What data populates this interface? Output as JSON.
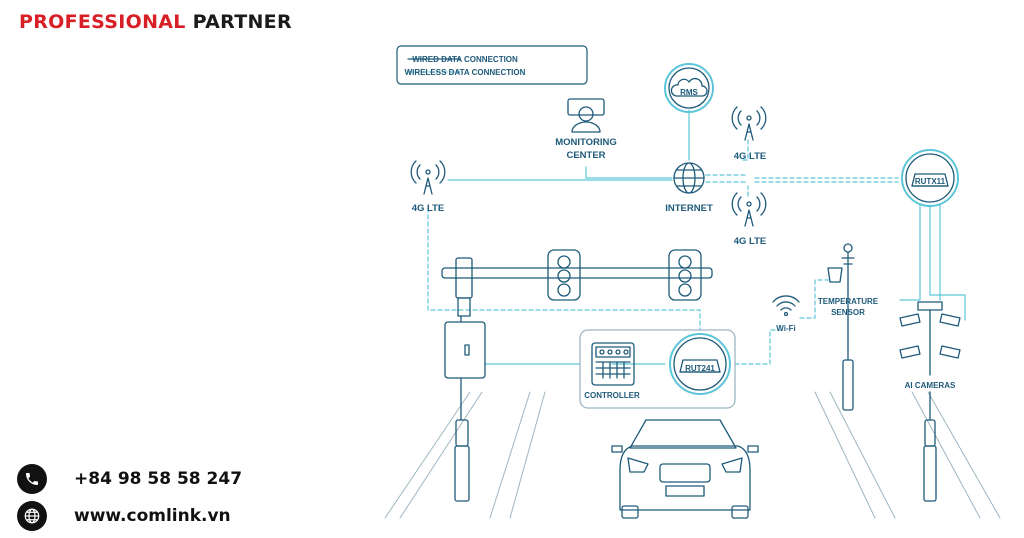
{
  "brand": {
    "highlight": "PROFESSIONAL",
    "rest": "PARTNER"
  },
  "contact": {
    "phone": "+84 98 58 58 247",
    "website": "www.comlink.vn"
  },
  "diagram": {
    "legend": {
      "wired": "WIRED DATA CONNECTION",
      "wireless": "WIRELESS DATA CONNECTION"
    },
    "labels": {
      "rms": "RMS",
      "monitoring_line1": "MONITORING",
      "monitoring_line2": "CENTER",
      "internet": "INTERNET",
      "lte_left": "4G LTE",
      "lte_top": "4G LTE",
      "lte_bottom": "4G LTE",
      "rutx11": "RUTX11",
      "rut241": "RUT241",
      "controller": "CONTROLLER",
      "wifi": "Wi-Fi",
      "temp_line1": "TEMPERATURE",
      "temp_line2": "SENSOR",
      "ai_cameras": "AI CAMERAS"
    }
  },
  "colors": {
    "accent_red": "#d81f26",
    "line_dark": "#1e5a7a",
    "line_light": "#5cc6d8"
  }
}
